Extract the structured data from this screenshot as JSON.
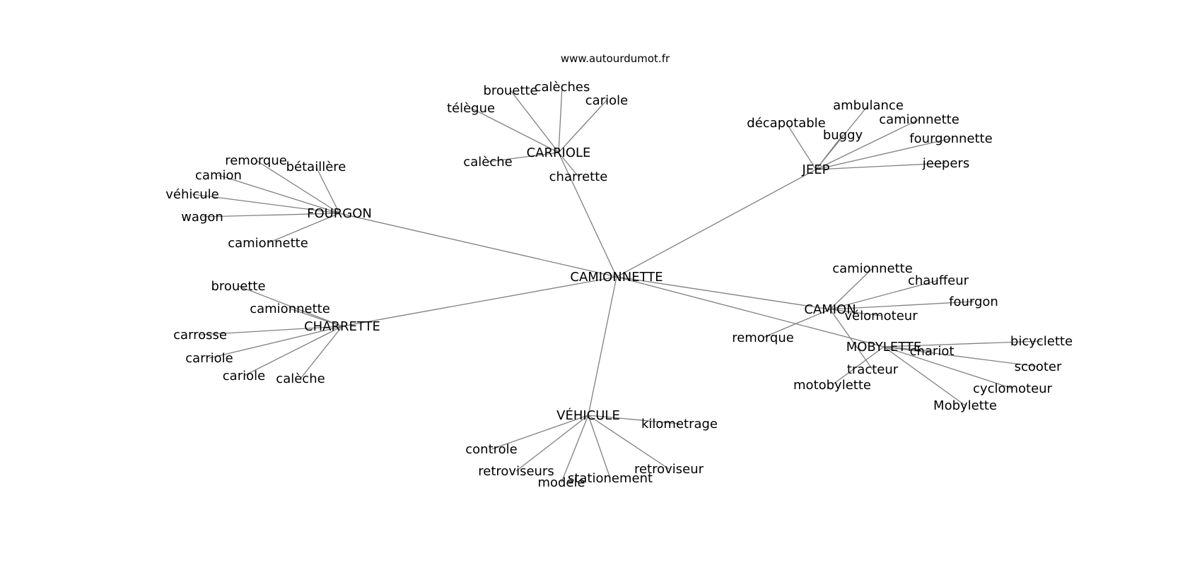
{
  "source": "www.autourdumot.fr",
  "center": "CAMIONNETTE",
  "clusters": [
    {
      "hub": "CARRIOLE",
      "leaves": [
        "brouette",
        "calèches",
        "cariole",
        "télègue",
        "calèche",
        "charrette"
      ]
    },
    {
      "hub": "JEEP",
      "leaves": [
        "ambulance",
        "décapotable",
        "camionnette",
        "buggy",
        "fourgonnette",
        "jeepers"
      ]
    },
    {
      "hub": "FOURGON",
      "leaves": [
        "remorque",
        "bétaillère",
        "camion",
        "véhicule",
        "wagon",
        "camionnette"
      ]
    },
    {
      "hub": "CHARRETTE",
      "leaves": [
        "brouette",
        "camionnette",
        "carrosse",
        "carriole",
        "cariole",
        "calèche"
      ]
    },
    {
      "hub": "CAMION",
      "leaves": [
        "camionnette",
        "chauffeur",
        "fourgon",
        "vélomoteur",
        "remorque",
        "tracteur"
      ]
    },
    {
      "hub": "MOBYLETTE",
      "leaves": [
        "bicyclette",
        "chariot",
        "scooter",
        "cyclomoteur",
        "Mobylette",
        "motobylette"
      ]
    },
    {
      "hub": "VÉHICULE",
      "leaves": [
        "kilometrage",
        "controle",
        "retroviseurs",
        "stationement",
        "retroviseur",
        "modèle"
      ]
    }
  ]
}
